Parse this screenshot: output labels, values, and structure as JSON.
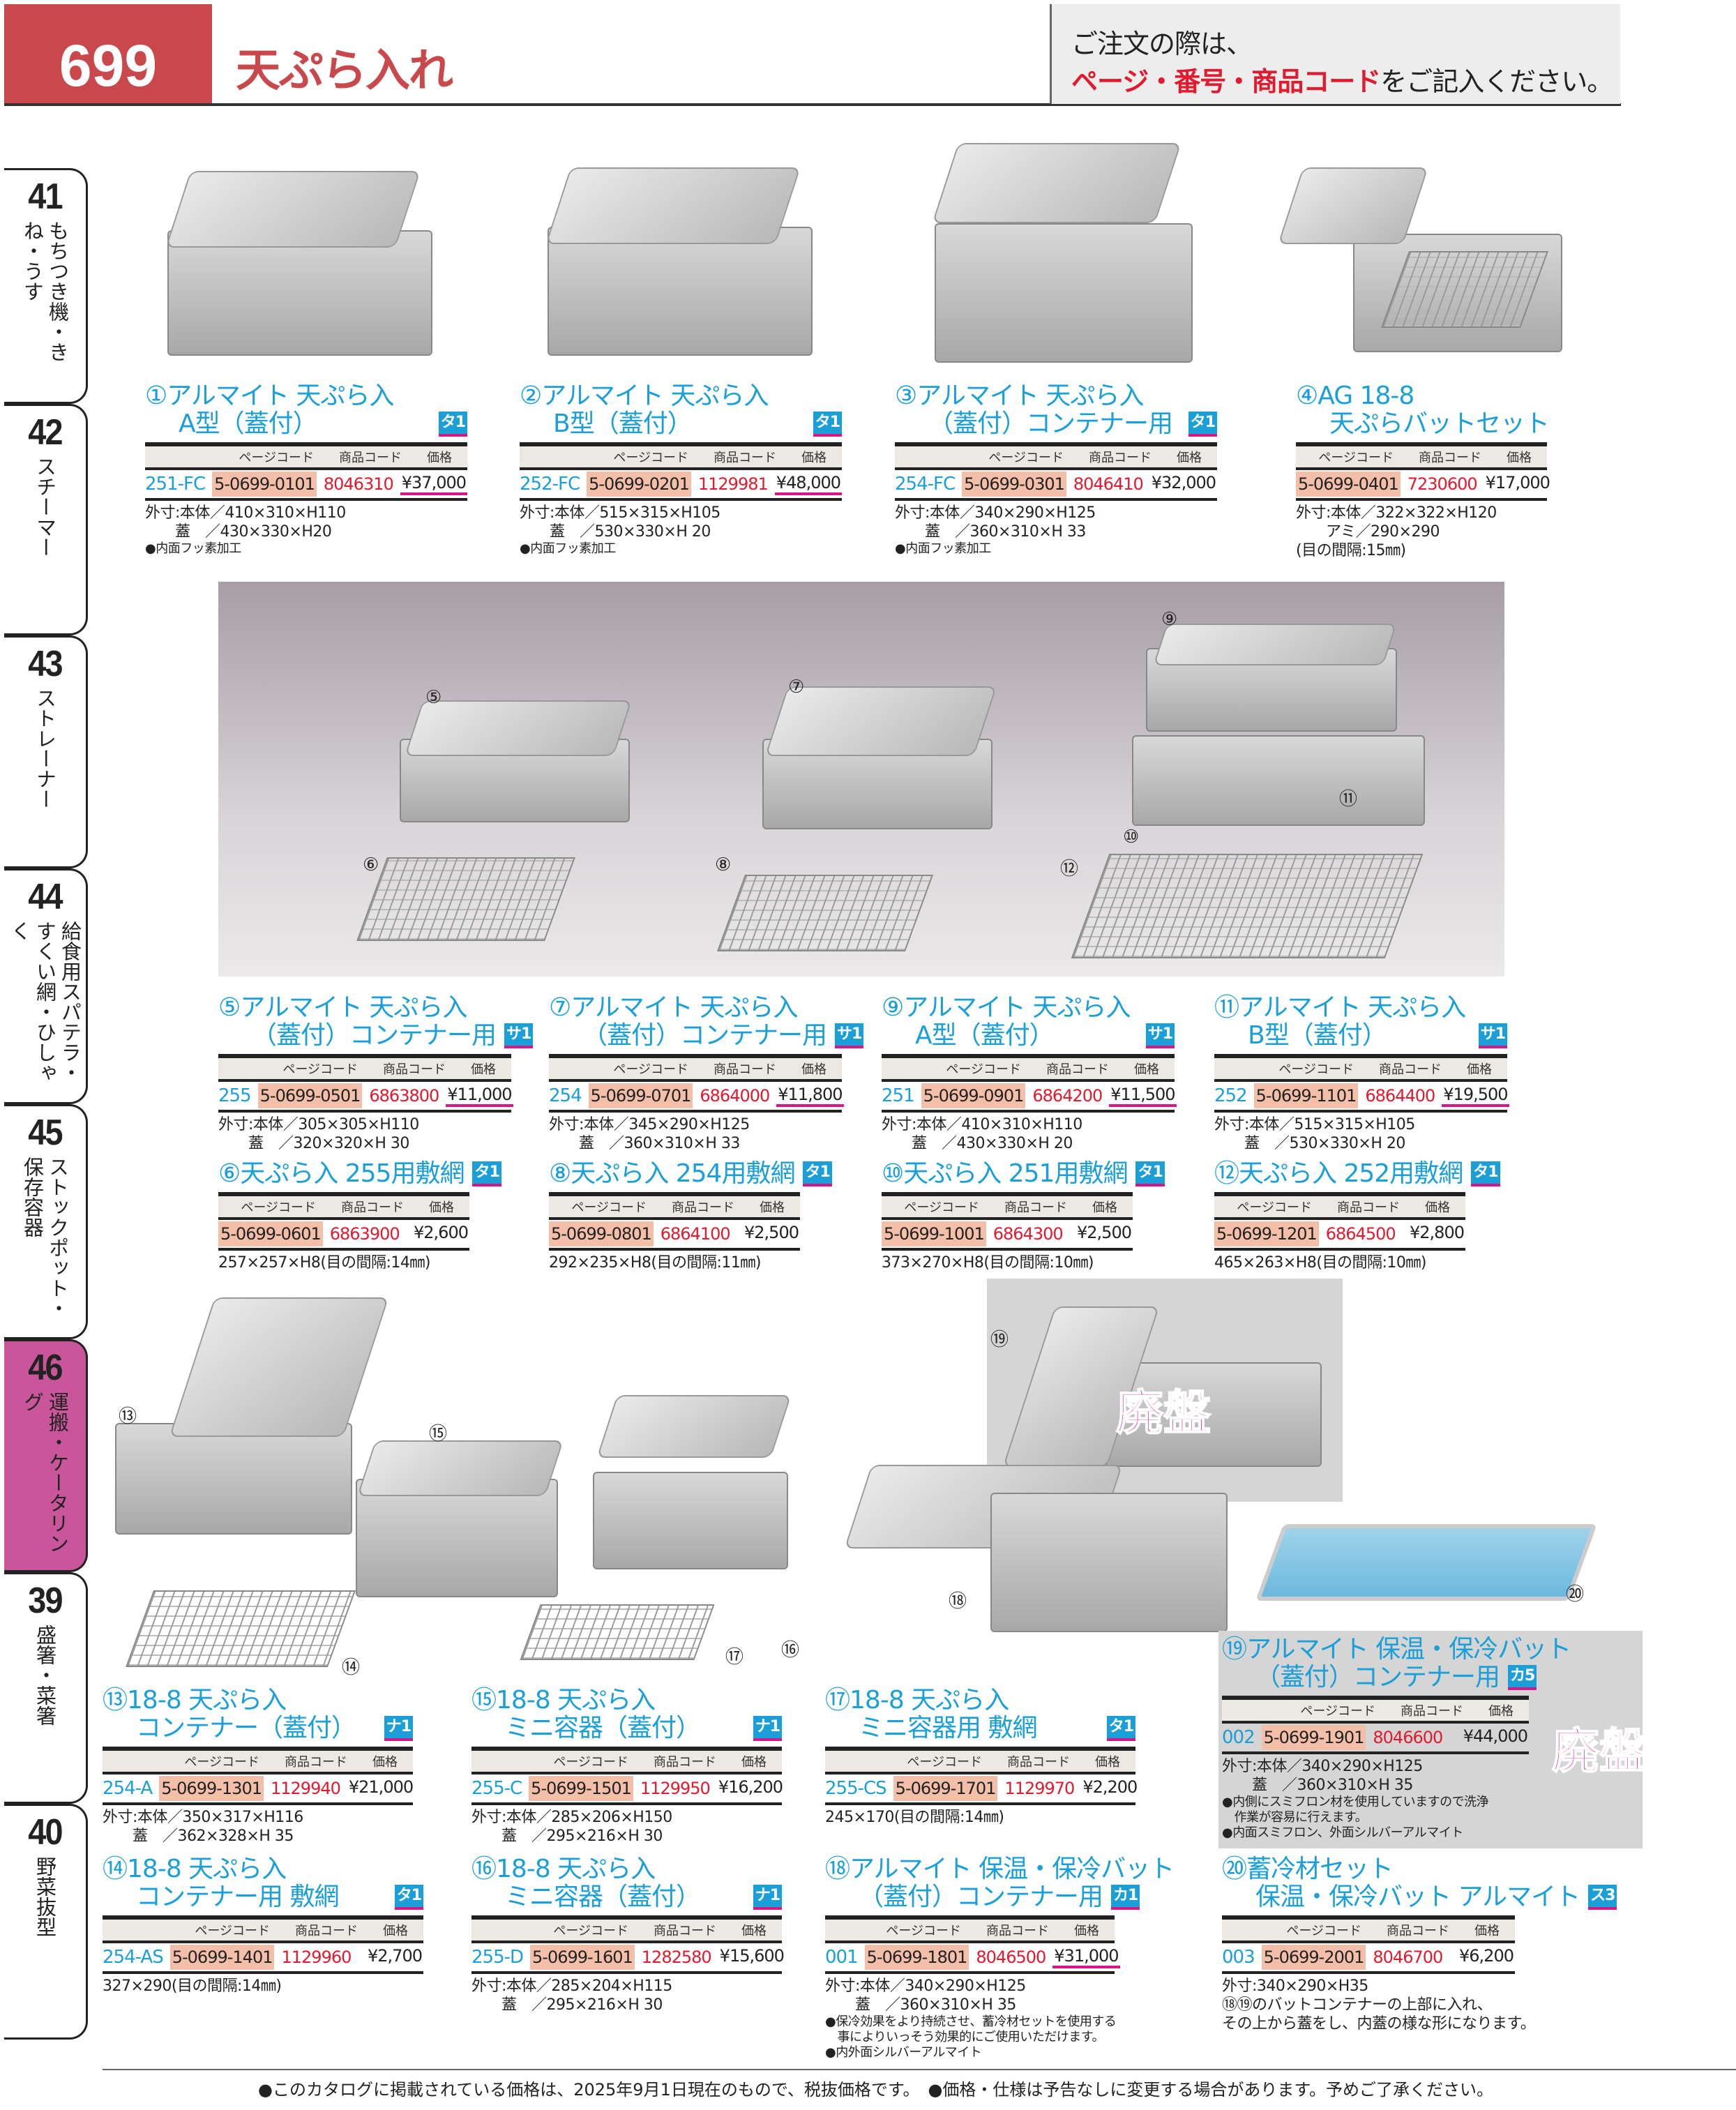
{
  "header": {
    "page_number": "699",
    "title": "天ぷら入れ",
    "note_line1": "ご注文の際は、",
    "note_red": "ページ・番号・商品コード",
    "note_rest": "をご記入ください。"
  },
  "tabs": [
    {
      "num": "41",
      "label": "もちつき機・きね・うす"
    },
    {
      "num": "42",
      "label": "スチーマー"
    },
    {
      "num": "43",
      "label": "ストレーナー"
    },
    {
      "num": "44",
      "label": "給食用スパテラ・すくい網・ひしゃく"
    },
    {
      "num": "45",
      "label": "ストックポット・保存容器"
    },
    {
      "num": "46",
      "label": "運搬・ケータリング",
      "active": true
    },
    {
      "num": "39",
      "label": "盛箸・菜箸"
    },
    {
      "num": "40",
      "label": "野菜抜型"
    }
  ],
  "table_header": {
    "page_code": "ページコード",
    "item_code": "商品コード",
    "price": "価格"
  },
  "products": [
    {
      "id": "p1",
      "num": "①",
      "title": [
        "アルマイト 天ぷら入",
        "A型（蓋付）"
      ],
      "badge": "タ1",
      "page": "251-FC",
      "item": "5-0699-0101",
      "code": "8046310",
      "price": "¥37,000",
      "specs": [
        "外寸:本体／410×310×H110",
        "　　蓋　／430×330×H20"
      ],
      "notes": [
        "●内面フッ素加工"
      ]
    },
    {
      "id": "p2",
      "num": "②",
      "title": [
        "アルマイト 天ぷら入",
        "B型（蓋付）"
      ],
      "badge": "タ1",
      "page": "252-FC",
      "item": "5-0699-0201",
      "code": "1129981",
      "price": "¥48,000",
      "specs": [
        "外寸:本体／515×315×H105",
        "　　蓋　／530×330×H 20"
      ],
      "notes": [
        "●内面フッ素加工"
      ]
    },
    {
      "id": "p3",
      "num": "③",
      "title": [
        "アルマイト 天ぷら入",
        "（蓋付）コンテナー用"
      ],
      "badge": "タ1",
      "page": "254-FC",
      "item": "5-0699-0301",
      "code": "8046410",
      "price": "¥32,000",
      "specs": [
        "外寸:本体／340×290×H125",
        "　　蓋　／360×310×H 33"
      ],
      "notes": [
        "●内面フッ素加工"
      ]
    },
    {
      "id": "p4",
      "num": "④",
      "title": [
        "AG 18-8",
        "天ぷらバットセット"
      ],
      "badge": "",
      "page": "",
      "item": "5-0699-0401",
      "code": "7230600",
      "price": "¥17,000",
      "specs": [
        "外寸:本体／322×322×H120",
        "　　アミ／290×290",
        "(目の間隔:15㎜)"
      ],
      "notes": []
    },
    {
      "id": "p5",
      "num": "⑤",
      "title": [
        "アルマイト 天ぷら入",
        "（蓋付）コンテナー用"
      ],
      "badge": "サ1",
      "page": "255",
      "item": "5-0699-0501",
      "code": "6863800",
      "price": "¥11,000",
      "specs": [
        "外寸:本体／305×305×H110",
        "　　蓋　／320×320×H 30"
      ],
      "notes": []
    },
    {
      "id": "p7",
      "num": "⑦",
      "title": [
        "アルマイト 天ぷら入",
        "（蓋付）コンテナー用"
      ],
      "badge": "サ1",
      "page": "254",
      "item": "5-0699-0701",
      "code": "6864000",
      "price": "¥11,800",
      "specs": [
        "外寸:本体／345×290×H125",
        "　　蓋　／360×310×H 33"
      ],
      "notes": []
    },
    {
      "id": "p9",
      "num": "⑨",
      "title": [
        "アルマイト 天ぷら入",
        "A型（蓋付）"
      ],
      "badge": "サ1",
      "page": "251",
      "item": "5-0699-0901",
      "code": "6864200",
      "price": "¥11,500",
      "specs": [
        "外寸:本体／410×310×H110",
        "　　蓋　／430×330×H 20"
      ],
      "notes": []
    },
    {
      "id": "p11",
      "num": "⑪",
      "title": [
        "アルマイト 天ぷら入",
        "B型（蓋付）"
      ],
      "badge": "サ1",
      "page": "252",
      "item": "5-0699-1101",
      "code": "6864400",
      "price": "¥19,500",
      "specs": [
        "外寸:本体／515×315×H105",
        "　　蓋　／530×330×H 20"
      ],
      "notes": []
    },
    {
      "id": "p6",
      "num": "⑥",
      "title": [
        "天ぷら入 255用敷網"
      ],
      "badge": "タ1",
      "page": "",
      "item": "5-0699-0601",
      "code": "6863900",
      "price": "¥2,600",
      "specs": [
        "257×257×H8(目の間隔:14㎜)"
      ],
      "notes": []
    },
    {
      "id": "p8",
      "num": "⑧",
      "title": [
        "天ぷら入 254用敷網"
      ],
      "badge": "タ1",
      "page": "",
      "item": "5-0699-0801",
      "code": "6864100",
      "price": "¥2,500",
      "specs": [
        "292×235×H8(目の間隔:11㎜)"
      ],
      "notes": []
    },
    {
      "id": "p10",
      "num": "⑩",
      "title": [
        "天ぷら入 251用敷網"
      ],
      "badge": "タ1",
      "page": "",
      "item": "5-0699-1001",
      "code": "6864300",
      "price": "¥2,500",
      "specs": [
        "373×270×H8(目の間隔:10㎜)"
      ],
      "notes": []
    },
    {
      "id": "p12",
      "num": "⑫",
      "title": [
        "天ぷら入 252用敷網"
      ],
      "badge": "タ1",
      "page": "",
      "item": "5-0699-1201",
      "code": "6864500",
      "price": "¥2,800",
      "specs": [
        "465×263×H8(目の間隔:10㎜)"
      ],
      "notes": []
    },
    {
      "id": "p13",
      "num": "⑬",
      "title": [
        "18-8 天ぷら入",
        "コンテナー（蓋付）"
      ],
      "badge": "ナ1",
      "page": "254-A",
      "item": "5-0699-1301",
      "code": "1129940",
      "price": "¥21,000",
      "specs": [
        "外寸:本体／350×317×H116",
        "　　蓋　／362×328×H 35"
      ],
      "notes": []
    },
    {
      "id": "p14",
      "num": "⑭",
      "title": [
        "18-8 天ぷら入",
        "コンテナー用 敷網"
      ],
      "badge": "タ1",
      "page": "254-AS",
      "item": "5-0699-1401",
      "code": "1129960",
      "price": "¥2,700",
      "specs": [
        "327×290(目の間隔:14㎜)"
      ],
      "notes": []
    },
    {
      "id": "p15",
      "num": "⑮",
      "title": [
        "18-8 天ぷら入",
        "ミニ容器（蓋付）"
      ],
      "badge": "ナ1",
      "page": "255-C",
      "item": "5-0699-1501",
      "code": "1129950",
      "price": "¥16,200",
      "specs": [
        "外寸:本体／285×206×H150",
        "　　蓋　／295×216×H 30"
      ],
      "notes": []
    },
    {
      "id": "p16",
      "num": "⑯",
      "title": [
        "18-8 天ぷら入",
        "ミニ容器（蓋付）"
      ],
      "badge": "ナ1",
      "page": "255-D",
      "item": "5-0699-1601",
      "code": "1282580",
      "price": "¥15,600",
      "specs": [
        "外寸:本体／285×204×H115",
        "　　蓋　／295×216×H 30"
      ],
      "notes": []
    },
    {
      "id": "p17",
      "num": "⑰",
      "title": [
        "18-8 天ぷら入",
        "ミニ容器用 敷網"
      ],
      "badge": "タ1",
      "page": "255-CS",
      "item": "5-0699-1701",
      "code": "1129970",
      "price": "¥2,200",
      "specs": [
        "245×170(目の間隔:14㎜)"
      ],
      "notes": []
    },
    {
      "id": "p18",
      "num": "⑱",
      "title": [
        "アルマイト 保温・保冷バット",
        "（蓋付）コンテナー用"
      ],
      "badge": "カ1",
      "page": "001",
      "item": "5-0699-1801",
      "code": "8046500",
      "price": "¥31,000",
      "specs": [
        "外寸:本体／340×290×H125",
        "　　蓋　／360×310×H 35"
      ],
      "notes": [
        "●保冷効果をより持続させ、蓄冷材セットを使用する",
        "　事によりいっそう効果的にご使用いただけます。",
        "●内外面シルバーアルマイト"
      ]
    },
    {
      "id": "p19",
      "num": "⑲",
      "title": [
        "アルマイト 保温・保冷バット",
        "（蓋付）コンテナー用"
      ],
      "badge": "カ5",
      "page": "002",
      "item": "5-0699-1901",
      "code": "8046600",
      "price": "¥44,000",
      "specs": [
        "外寸:本体／340×290×H125",
        "　　蓋　／360×310×H 35"
      ],
      "notes": [
        "●内側にスミフロン材を使用していますので洗浄",
        "　作業が容易に行えます。",
        "●内面スミフロン、外面シルバーアルマイト"
      ]
    },
    {
      "id": "p20",
      "num": "⑳",
      "title": [
        "蓄冷材セット",
        "保温・保冷バット アルマイト"
      ],
      "badge": "ス3",
      "page": "003",
      "item": "5-0699-2001",
      "code": "8046700",
      "price": "¥6,200",
      "specs": [
        "外寸:340×290×H35",
        "⑱⑲のバットコンテナーの上部に入れ、",
        "その上から蓋をし、内蓋の様な形になります。"
      ],
      "notes": []
    }
  ],
  "callouts": [
    "⑤",
    "⑥",
    "⑦",
    "⑧",
    "⑨",
    "⑩",
    "⑪",
    "⑫",
    "⑬",
    "⑭",
    "⑮",
    "⑯",
    "⑰",
    "⑱",
    "⑲",
    "⑳"
  ],
  "discontinued": "廃盤",
  "footer": "●このカタログに掲載されている価格は、2025年9月1日現在のもので、税抜価格です。　●価格・仕様は予告なしに変更する場合があります。予めご了承ください。"
}
